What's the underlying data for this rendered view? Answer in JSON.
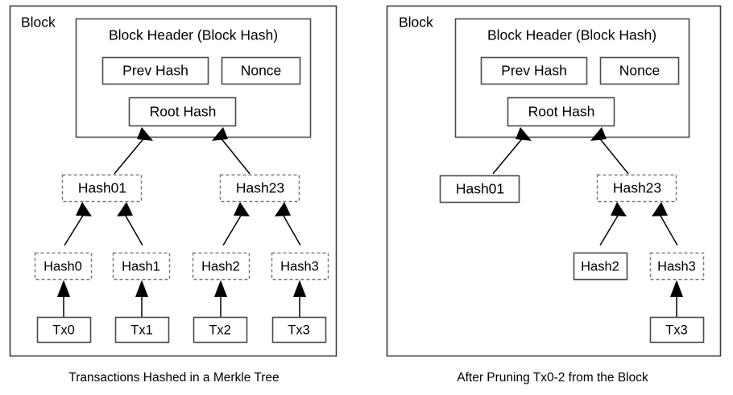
{
  "figure": {
    "title": "Merkle Tree Block Pruning Diagram",
    "background": "#ffffff",
    "ink": "#000000",
    "solid_stroke": "#4a4a4a",
    "dashed_stroke": "#7a7a7a"
  },
  "panels": [
    {
      "id": "left",
      "block_label": "Block",
      "caption": "Transactions Hashed in a Merkle Tree",
      "header": {
        "title": "Block Header (Block Hash)",
        "fields": [
          {
            "label": "Prev Hash",
            "style": "solid"
          },
          {
            "label": "Nonce",
            "style": "solid"
          },
          {
            "label": "Root Hash",
            "style": "solid"
          }
        ]
      },
      "tree_levels": [
        {
          "level": "branch",
          "nodes": [
            {
              "label": "Hash01",
              "style": "dashed"
            },
            {
              "label": "Hash23",
              "style": "dashed"
            }
          ]
        },
        {
          "level": "leaf-hash",
          "nodes": [
            {
              "label": "Hash0",
              "style": "dashed"
            },
            {
              "label": "Hash1",
              "style": "dashed"
            },
            {
              "label": "Hash2",
              "style": "dashed"
            },
            {
              "label": "Hash3",
              "style": "dashed"
            }
          ]
        },
        {
          "level": "transaction",
          "nodes": [
            {
              "label": "Tx0",
              "style": "solid"
            },
            {
              "label": "Tx1",
              "style": "solid"
            },
            {
              "label": "Tx2",
              "style": "solid"
            },
            {
              "label": "Tx3",
              "style": "solid"
            }
          ]
        }
      ]
    },
    {
      "id": "right",
      "block_label": "Block",
      "caption": "After Pruning Tx0-2 from the Block",
      "header": {
        "title": "Block Header (Block Hash)",
        "fields": [
          {
            "label": "Prev Hash",
            "style": "solid"
          },
          {
            "label": "Nonce",
            "style": "solid"
          },
          {
            "label": "Root Hash",
            "style": "solid"
          }
        ]
      },
      "tree_levels": [
        {
          "level": "branch",
          "nodes": [
            {
              "label": "Hash01",
              "style": "solid"
            },
            {
              "label": "Hash23",
              "style": "dashed"
            }
          ]
        },
        {
          "level": "leaf-hash",
          "nodes": [
            {
              "label": "Hash2",
              "style": "solid"
            },
            {
              "label": "Hash3",
              "style": "dashed"
            }
          ]
        },
        {
          "level": "transaction",
          "nodes": [
            {
              "label": "Tx3",
              "style": "solid"
            }
          ]
        }
      ]
    }
  ]
}
